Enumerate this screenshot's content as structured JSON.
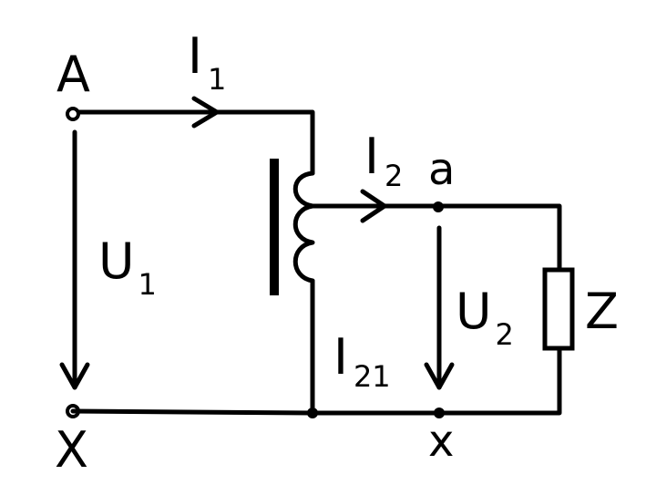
{
  "labels": {
    "terminal_A": "A",
    "terminal_X": "X",
    "terminal_a": "a",
    "terminal_x": "x",
    "current_I1_main": "I",
    "current_I1_sub": "1",
    "current_I2_main": "I",
    "current_I2_sub": "2",
    "current_I21_main": "I",
    "current_I21_sub": "21",
    "voltage_U1_main": "U",
    "voltage_U1_sub": "1",
    "voltage_U2_main": "U",
    "voltage_U2_sub": "2",
    "load_Z": "Z"
  },
  "colors": {
    "ink": "#000000",
    "background": "#ffffff"
  }
}
